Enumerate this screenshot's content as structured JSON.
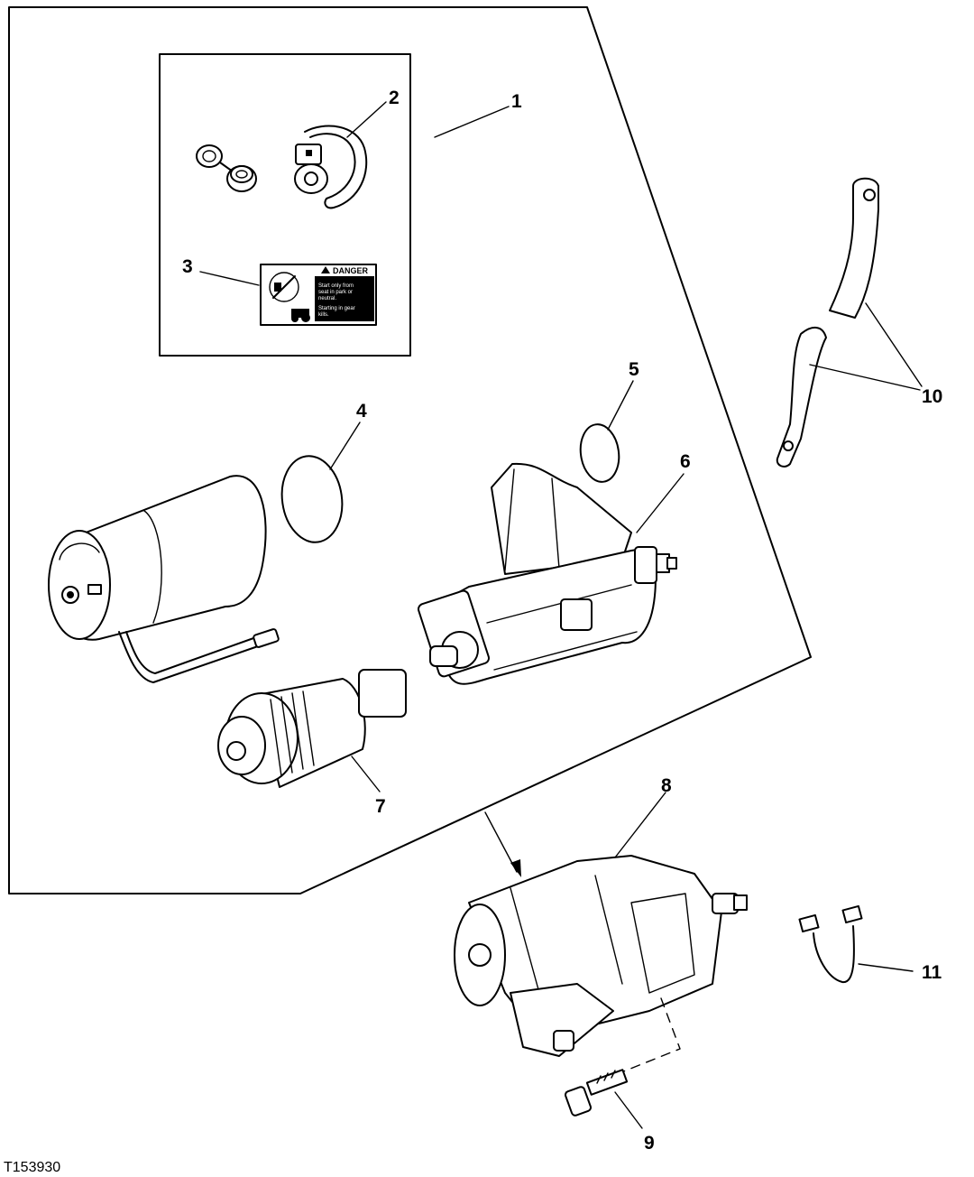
{
  "figure_id": "T153930",
  "callouts": [
    "1",
    "2",
    "3",
    "4",
    "5",
    "6",
    "7",
    "8",
    "9",
    "10",
    "11"
  ],
  "decal": {
    "heading": "DANGER",
    "line1": "Start only from",
    "line2": "seat in park or",
    "line3": "neutral.",
    "line4": "Starting in gear",
    "line5": "kills."
  }
}
